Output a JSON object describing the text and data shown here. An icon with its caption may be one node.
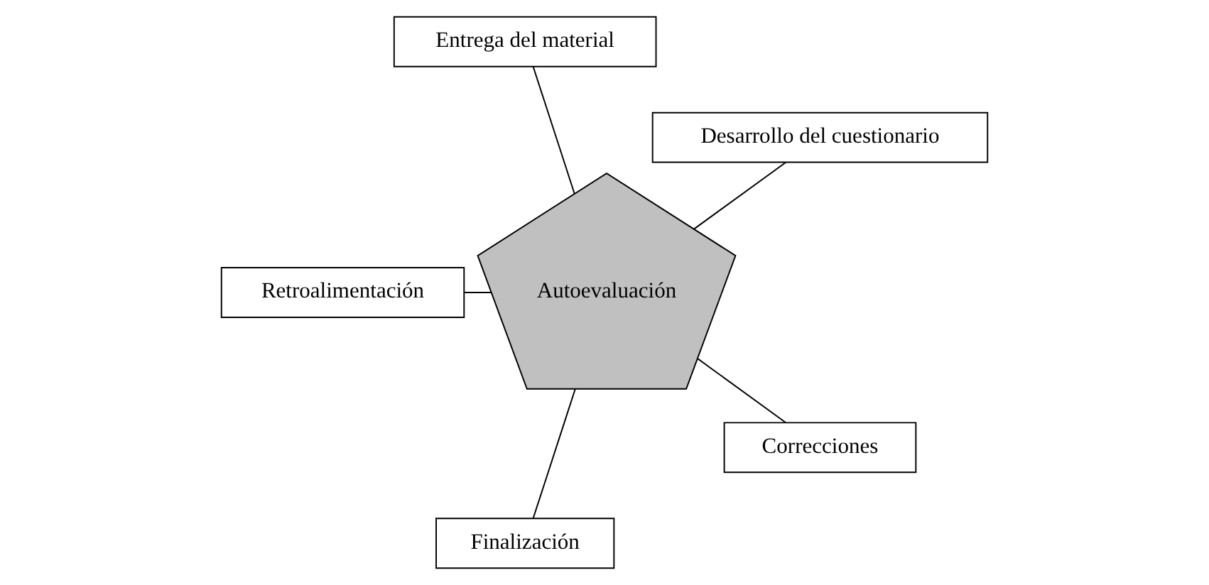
{
  "diagram": {
    "nodes": [
      {
        "text": [
          "Desarrollo del cuestionario"
        ]
      },
      {
        "text": [
          "Entrega del material"
        ]
      },
      {
        "text": [
          "Retroalimentación"
        ]
      },
      {
        "text": [
          "Autoevaluación"
        ]
      },
      {
        "text": [
          "Finalización"
        ]
      },
      {
        "text": [
          "Correcciones"
        ]
      }
    ],
    "edges": [
      {
        "from": 0,
        "to": 3,
        "arrow": "none"
      },
      {
        "from": 1,
        "to": 3,
        "arrow": "none"
      },
      {
        "from": 2,
        "to": 3,
        "arrow": "none"
      },
      {
        "from": 4,
        "to": 3,
        "arrow": "none"
      },
      {
        "from": 5,
        "to": 3,
        "arrow": "none"
      }
    ]
  }
}
